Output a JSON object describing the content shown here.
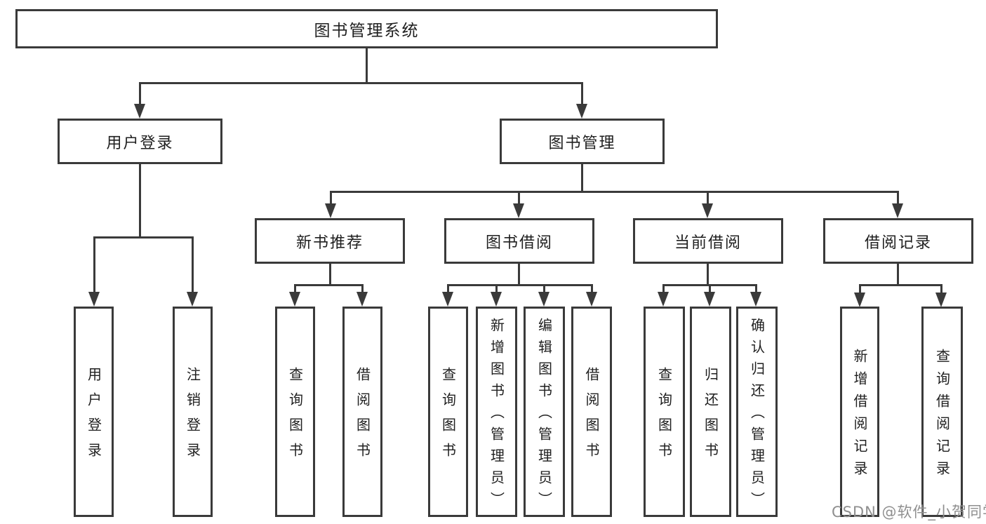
{
  "diagram": {
    "type": "tree",
    "title": "图书管理系统",
    "colors": {
      "line": "#3a3a3a",
      "text": "#1f1f1f",
      "background": "#ffffff",
      "watermark": "#8f8f8f"
    },
    "nodes": {
      "root": "图书管理系统",
      "user_login": "用户登录",
      "book_mgmt": "图书管理",
      "new_books": "新书推荐",
      "book_borrow": "图书借阅",
      "current_borrow": "当前借阅",
      "borrow_records": "借阅记录"
    },
    "leaves": [
      {
        "label": "用户登录",
        "parent": "用户登录"
      },
      {
        "label": "注销登录",
        "parent": "用户登录"
      },
      {
        "label": "查询图书",
        "parent": "新书推荐"
      },
      {
        "label": "借阅图书",
        "parent": "新书推荐"
      },
      {
        "label": "查询图书",
        "parent": "图书借阅"
      },
      {
        "label": "新增图书（管理员）",
        "parent": "图书借阅"
      },
      {
        "label": "编辑图书（管理员）",
        "parent": "图书借阅"
      },
      {
        "label": "借阅图书",
        "parent": "图书借阅"
      },
      {
        "label": "查询图书",
        "parent": "当前借阅"
      },
      {
        "label": "归还图书",
        "parent": "当前借阅"
      },
      {
        "label": "确认归还（管理员）",
        "parent": "当前借阅"
      },
      {
        "label": "新增借阅记录",
        "parent": "借阅记录"
      },
      {
        "label": "查询借阅记录",
        "parent": "借阅记录"
      }
    ],
    "edges": [
      [
        "图书管理系统",
        "用户登录"
      ],
      [
        "图书管理系统",
        "图书管理"
      ],
      [
        "图书管理",
        "新书推荐"
      ],
      [
        "图书管理",
        "图书借阅"
      ],
      [
        "图书管理",
        "当前借阅"
      ],
      [
        "图书管理",
        "借阅记录"
      ]
    ],
    "watermark": "CSDN @软件_小贺同学"
  }
}
